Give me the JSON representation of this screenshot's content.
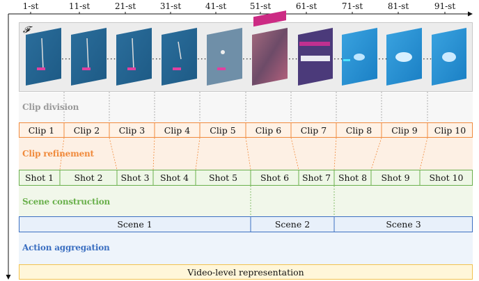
{
  "timeline": {
    "ticks": [
      "1-st",
      "11-st",
      "21-st",
      "31-st",
      "41-st",
      "51-st",
      "61-st",
      "71-st",
      "81-st",
      "91-st"
    ]
  },
  "frames_label": "𝓕",
  "stages": {
    "clip_division": "Clip division",
    "clip_refinement": "Clip refinement",
    "scene_construction": "Scene construction",
    "action_aggregation": "Action aggregation"
  },
  "clips": [
    "Clip 1",
    "Clip 2",
    "Clip 3",
    "Clip 4",
    "Clip 5",
    "Clip 6",
    "Clip 7",
    "Clip 8",
    "Clip 9",
    "Clip 10"
  ],
  "shots": [
    "Shot 1",
    "Shot 2",
    "Shot 3",
    "Shot 4",
    "Shot 5",
    "Shot 6",
    "Shot 7",
    "Shot 8",
    "Shot 9",
    "Shot 10"
  ],
  "scenes": [
    "Scene 1",
    "Scene 2",
    "Scene 3"
  ],
  "video": "Video-level representation",
  "colors": {
    "gray_stage": "#9a9a9a",
    "orange": "#f08a3c",
    "green": "#6ab04c",
    "blue": "#3b6fc1",
    "yellow": "#f2c14e"
  }
}
